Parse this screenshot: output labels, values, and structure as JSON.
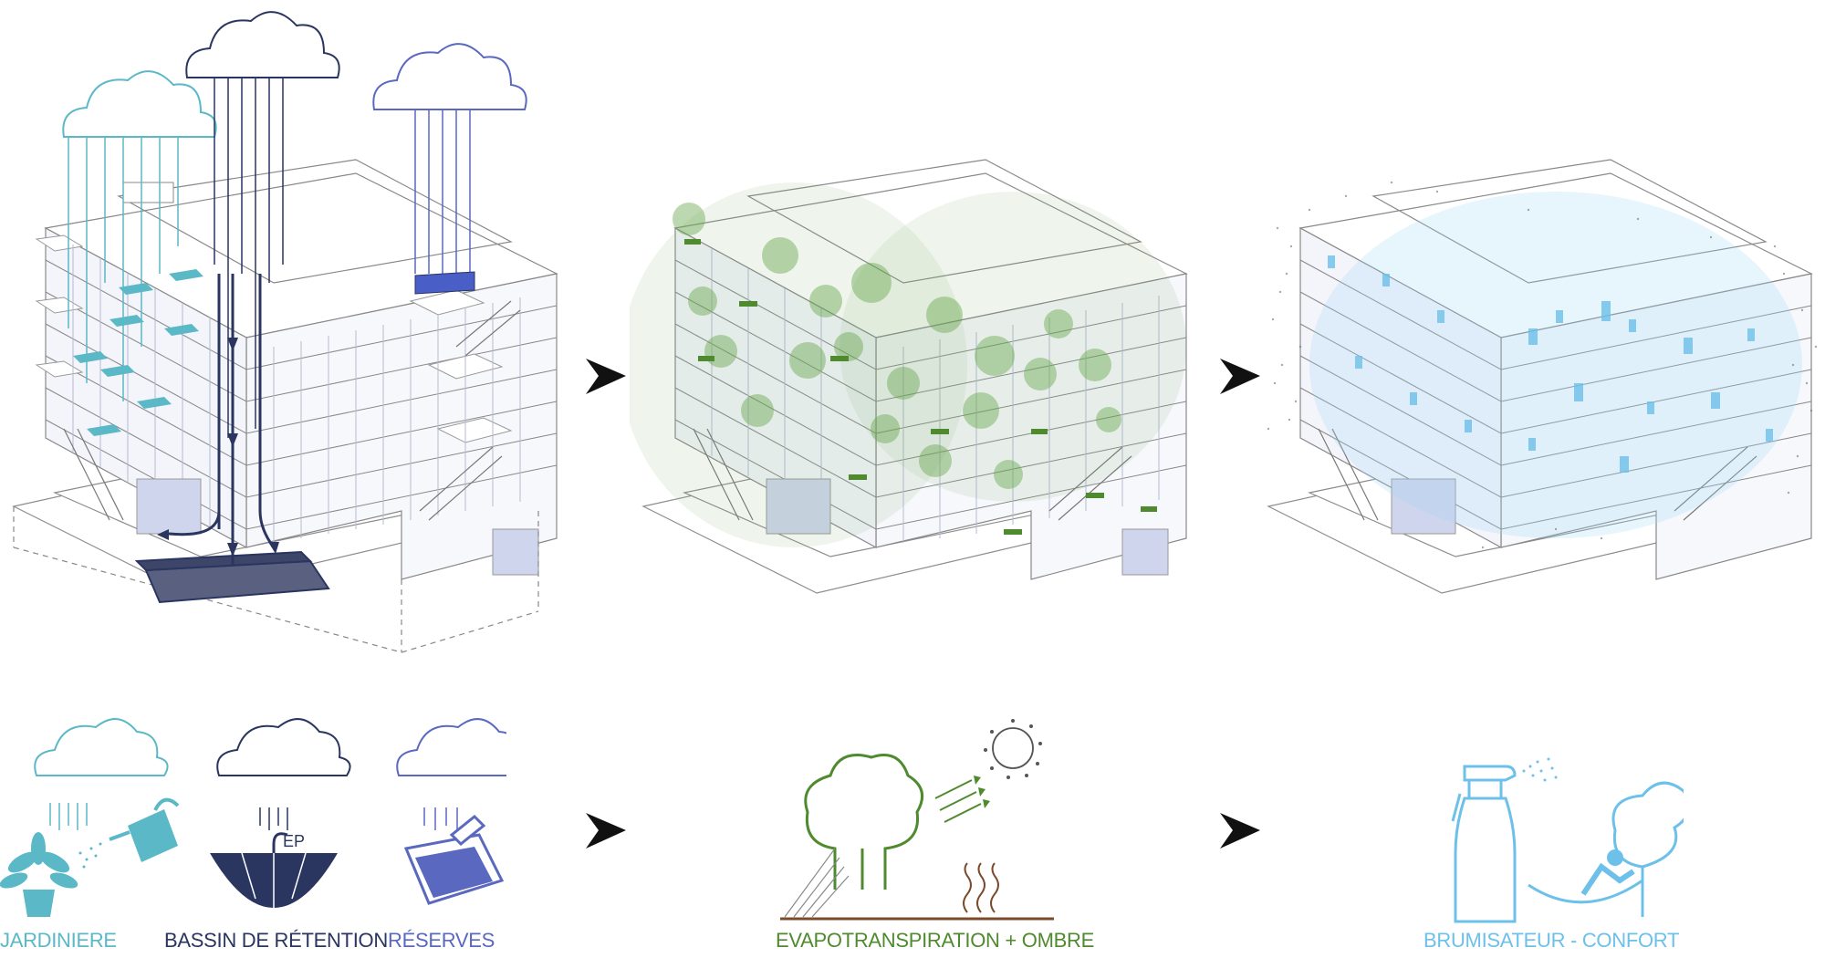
{
  "colors": {
    "teal": "#5bb8c6",
    "navy": "#2a3560",
    "periwinkle": "#5a68c0",
    "green": "#4f8a2e",
    "brown": "#7a4a2a",
    "light_blue": "#6cc0ea",
    "line_gray": "#8c8c8c"
  },
  "stages": [
    {
      "name": "pluie"
    },
    {
      "name": "vegetation"
    },
    {
      "name": "brumisation"
    }
  ],
  "icons": {
    "jardiniere": {
      "label": "JARDINIERE",
      "icon": "plant-watering-can-icon"
    },
    "bassin": {
      "label": "BASSIN DE RÉTENTION",
      "icon": "umbrella-icon",
      "badge": "EP"
    },
    "reserves": {
      "label": "RÉSERVES",
      "icon": "tank-icon"
    },
    "evapo": {
      "label": "EVAPOTRANSPIRATION + OMBRE",
      "icon": "tree-sun-icon"
    },
    "brumisateur": {
      "label": "BRUMISATEUR - CONFORT",
      "icon": "spray-bottle-icon"
    }
  },
  "arrows": [
    "arrow-right-icon",
    "arrow-right-icon",
    "arrow-right-icon",
    "arrow-right-icon"
  ]
}
